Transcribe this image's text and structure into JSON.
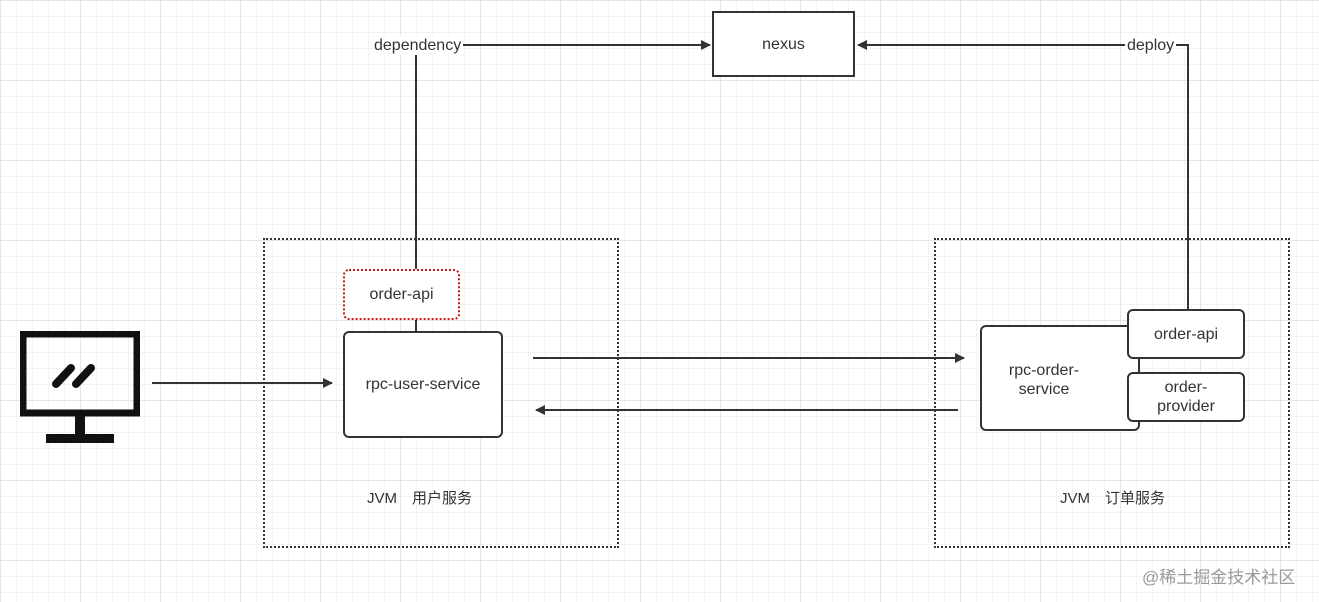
{
  "nodes": {
    "nexus": "nexus",
    "order_api_dependency": "order-api",
    "rpc_user_service": "rpc-user-service",
    "rpc_order_service": "rpc-order-\nservice",
    "order_api_provider": "order-api",
    "order_provider": "order-\nprovider"
  },
  "edge_labels": {
    "dependency": "dependency",
    "deploy": "deploy"
  },
  "containers": {
    "user_jvm": "JVM　用户服务",
    "order_jvm": "JVM　订单服务"
  },
  "icons": {
    "client": "computer-monitor-icon"
  },
  "watermark": "@稀土掘金技术社区",
  "colors": {
    "stroke": "#333333",
    "highlight_border": "#cc1a1a"
  }
}
